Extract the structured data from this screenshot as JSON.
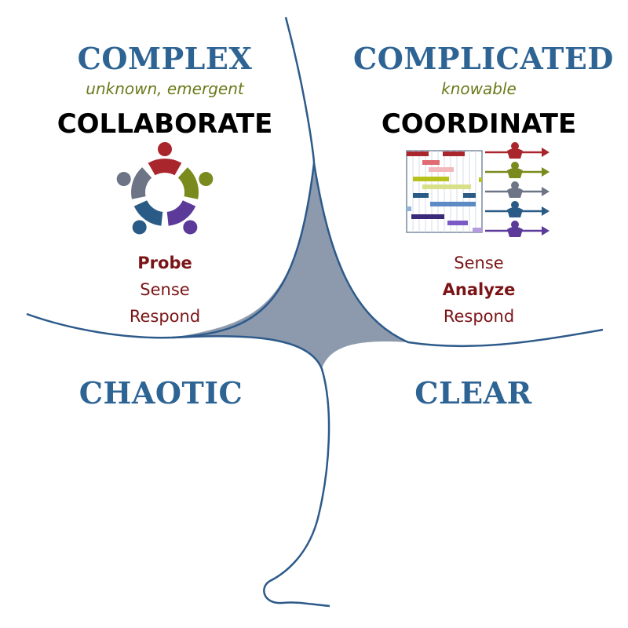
{
  "colors": {
    "domain_title": "#2e6494",
    "subtitle": "#6b7a1b",
    "action": "#000000",
    "steps": "#7a1416",
    "boundary_line": "#2d5a8a",
    "disorder_fill": "#8d9aad",
    "people": [
      "#a9262d",
      "#7a8a1c",
      "#6c7485",
      "#2a5b86",
      "#5b3a9a"
    ]
  },
  "quadrants": {
    "complex": {
      "title": "COMPLEX",
      "subtitle": "unknown, emergent",
      "action": "COLLABORATE",
      "steps": [
        "Probe",
        "Sense",
        "Respond"
      ],
      "emphasized_step": "Probe",
      "icon": "collaboration-circle-icon"
    },
    "complicated": {
      "title": "COMPLICATED",
      "subtitle": "knowable",
      "action": "COORDINATE",
      "steps": [
        "Sense",
        "Analyze",
        "Respond"
      ],
      "emphasized_step": "Analyze",
      "icon": "gantt-chart-icon"
    },
    "chaotic": {
      "title": "CHAOTIC"
    },
    "clear": {
      "title": "CLEAR"
    }
  }
}
